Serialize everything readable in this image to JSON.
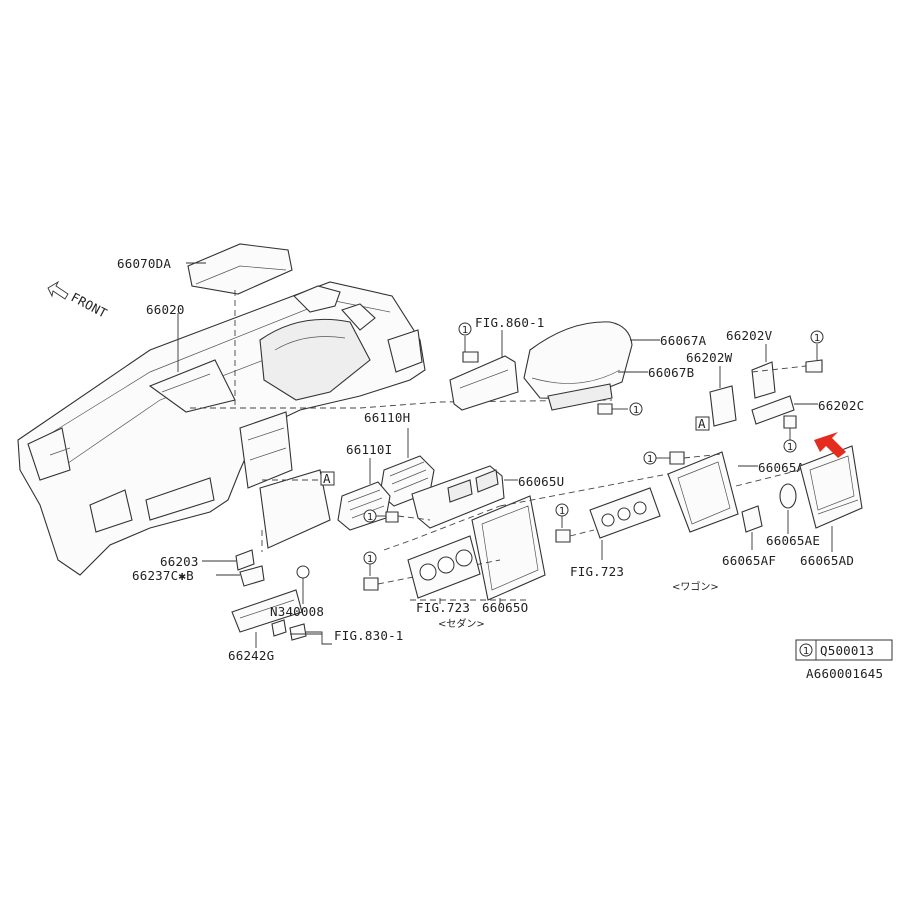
{
  "direction_label": "FRONT",
  "labels": {
    "p66070DA": "66070DA",
    "p66020": "66020",
    "fig860": "FIG.860-1",
    "p66067A": "66067A",
    "p66067B": "66067B",
    "p66202V": "66202V",
    "p66202W": "66202W",
    "p66202C": "66202C",
    "p66110H": "66110H",
    "p66110I": "66110I",
    "p66065U": "66065U",
    "p66065AC": "66065AC",
    "p66065AE": "66065AE",
    "p66065AF": "66065AF",
    "p66065AD": "66065AD",
    "fig723a": "FIG.723",
    "fig723b": "FIG.723",
    "p66065O": "66065O",
    "p66203": "66203",
    "p66237CB": "66237C✱B",
    "pN340008": "N340008",
    "fig830": "FIG.830-1",
    "p66242G": "66242G",
    "sedan": "<セダン>",
    "wagon": "<ワゴン>",
    "ref_a1": "A",
    "ref_a2": "A"
  },
  "callout_number": "1",
  "legend": {
    "symbol": "1",
    "part_code": "Q500013"
  },
  "diagram_code": "A660001645",
  "highlight_color": "#e52a1e"
}
